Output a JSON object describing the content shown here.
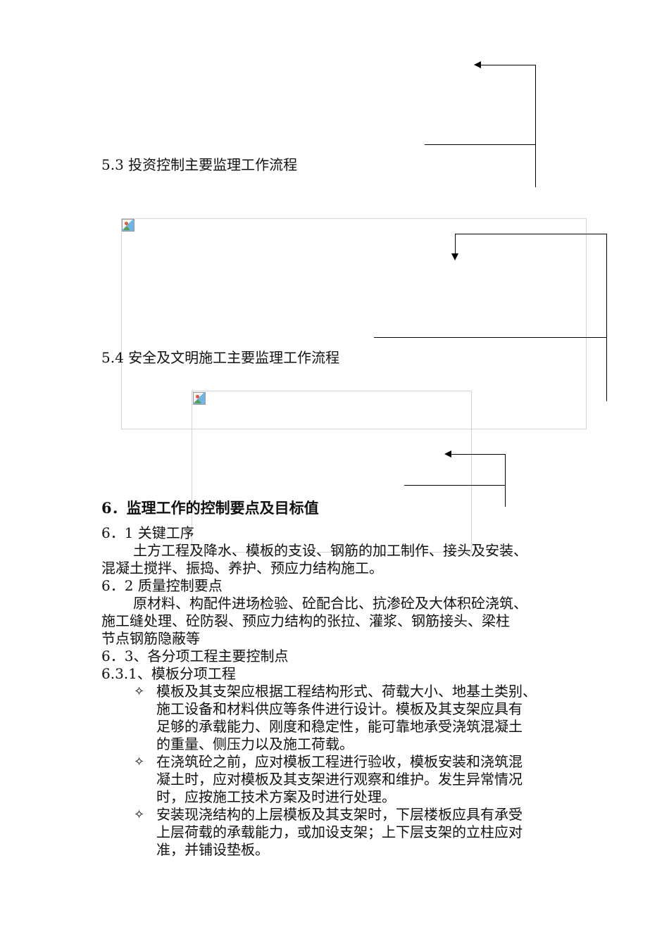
{
  "sections": {
    "s53": {
      "title": "5.3 投资控制主要监理工作流程"
    },
    "s54": {
      "title": "5.4 安全及文明施工主要监理工作流程"
    },
    "s6": {
      "title": "6．监理工作的控制要点及目标值",
      "s61": {
        "title": "6．1 关键工序",
        "lines": [
          "土方工程及降水、模板的支设、钢筋的加工制作、接头及安装、",
          "混凝土搅拌、振捣、养护、预应力结构施工。"
        ]
      },
      "s62": {
        "title": "6．2 质量控制要点",
        "lines": [
          "原材料、构配件进场检验、砼配合比、抗渗砼及大体积砼浇筑、",
          "施工缝处理、砼防裂、预应力结构的张拉、灌浆、钢筋接头、梁柱",
          "节点钢筋隐蔽等"
        ]
      },
      "s63": {
        "title": "6．3、各分项工程主要控制点",
        "s631": {
          "title": "6.3.1、模板分项工程",
          "bullet_symbol": "✧",
          "items": [
            {
              "lines": [
                "模板及其支架应根据工程结构形式、荷载大小、地基土类别、",
                "施工设备和材料供应等条件进行设计。模板及其支架应具有",
                "足够的承载能力、刚度和稳定性，能可靠地承受浇筑混凝土",
                "的重量、侧压力以及施工荷载。"
              ]
            },
            {
              "lines": [
                "在浇筑砼之前，应对模板工程进行验收，模板安装和浇筑混",
                "凝土时，应对模板及其支架进行观察和维护。发生异常情况",
                "时，应按施工技术方案及时进行处理。"
              ]
            },
            {
              "lines": [
                "安装现浇结构的上层模板及其支架时，下层楼板应具有承受",
                "上层荷载的承载能力，或加设支架；上下层支架的立柱应对",
                "准，并铺设垫板。"
              ]
            }
          ]
        }
      }
    }
  },
  "icons": {
    "placeholder": "broken-image-icon"
  }
}
